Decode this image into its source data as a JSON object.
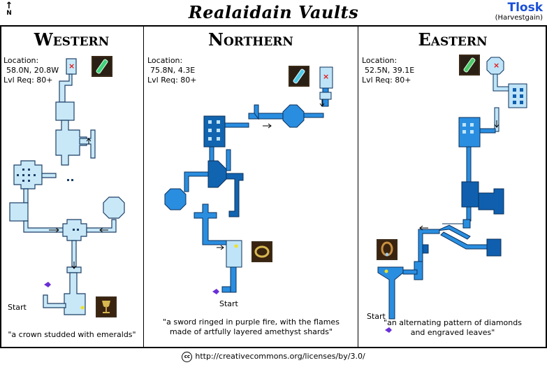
{
  "header": {
    "north_label": "N",
    "title": "Realaidain Vaults",
    "author": "Tlosk",
    "author_sub": "(Harvestgain)"
  },
  "panels": [
    {
      "title": "Western",
      "location_label": "Location:",
      "coords": "58.0N, 20.8W",
      "level": "Lvl Req: 80+",
      "start": "Start",
      "quote": "\"a crown studded with emeralds\""
    },
    {
      "title": "Northern",
      "location_label": "Location:",
      "coords": "75.8N, 4.3E",
      "level": "Lvl Req: 80+",
      "start": "Start",
      "quote_line1": "\"a sword ringed in purple fire, with the flames",
      "quote_line2": "made of artfully layered amethyst shards\""
    },
    {
      "title": "Eastern",
      "location_label": "Location:",
      "coords": "52.5N, 39.1E",
      "level": "Lvl Req: 80+",
      "start": "Start",
      "quote_line1": "\"an alternating pattern of diamonds",
      "quote_line2": "and engraved leaves\""
    }
  ],
  "footer": {
    "cc_icon": "cc",
    "license": "http://creativecommons.org/licenses/by/3.0/"
  },
  "colors": {
    "west_room": "#c8e8f8",
    "north_room": "#2a8ee0",
    "north_dark": "#1164b0",
    "east_room": "#2a8ee0",
    "east_dark": "#0f5fae",
    "marker_x": "#e01818",
    "emerald": "#3fd27c",
    "amethyst": "#7a2fd0"
  }
}
